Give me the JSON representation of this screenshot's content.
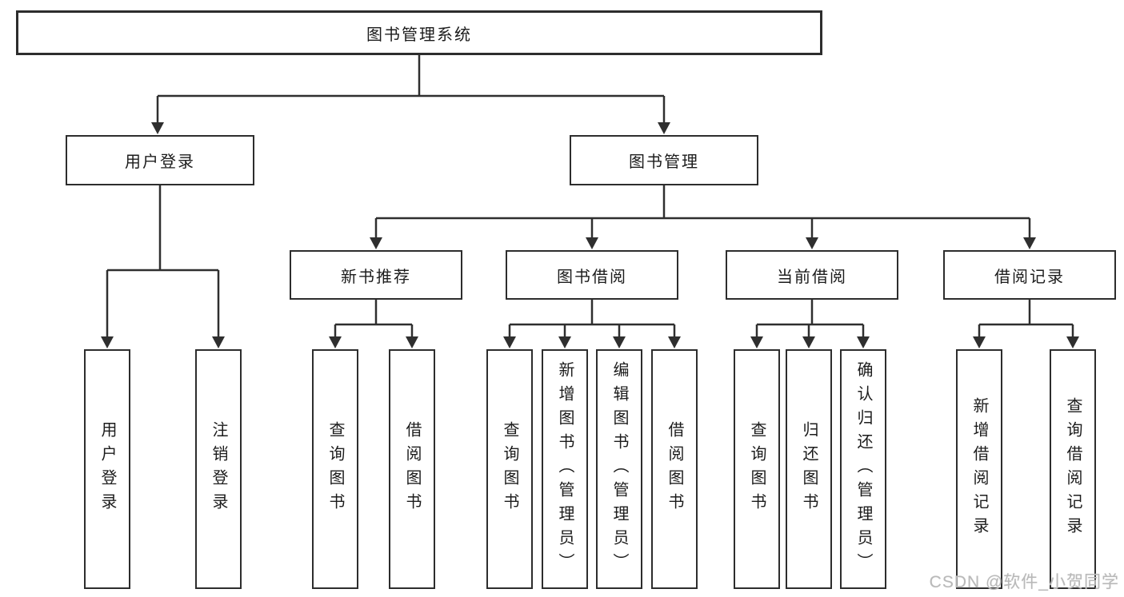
{
  "diagram_type": "hierarchy-diagram",
  "colors": {
    "line": "#2f2f2f",
    "box_border": "#2d2d2d",
    "text": "#1c1c1c",
    "watermark": "#b9b9b9",
    "background": "#ffffff"
  },
  "tree": {
    "label": "图书管理系统",
    "children": [
      {
        "label": "用户登录",
        "children": [
          {
            "label": "用户登录"
          },
          {
            "label": "注销登录"
          }
        ]
      },
      {
        "label": "图书管理",
        "children": [
          {
            "label": "新书推荐",
            "children": [
              {
                "label": "查询图书"
              },
              {
                "label": "借阅图书"
              }
            ]
          },
          {
            "label": "图书借阅",
            "children": [
              {
                "label": "查询图书"
              },
              {
                "label": "新增图书（管理员）"
              },
              {
                "label": "编辑图书（管理员）"
              },
              {
                "label": "借阅图书"
              }
            ]
          },
          {
            "label": "当前借阅",
            "children": [
              {
                "label": "查询图书"
              },
              {
                "label": "归还图书"
              },
              {
                "label": "确认归还（管理员）"
              }
            ]
          },
          {
            "label": "借阅记录",
            "children": [
              {
                "label": "新增借阅记录"
              },
              {
                "label": "查询借阅记录"
              }
            ]
          }
        ]
      }
    ]
  },
  "watermark": "CSDN @软件_小贺同学"
}
